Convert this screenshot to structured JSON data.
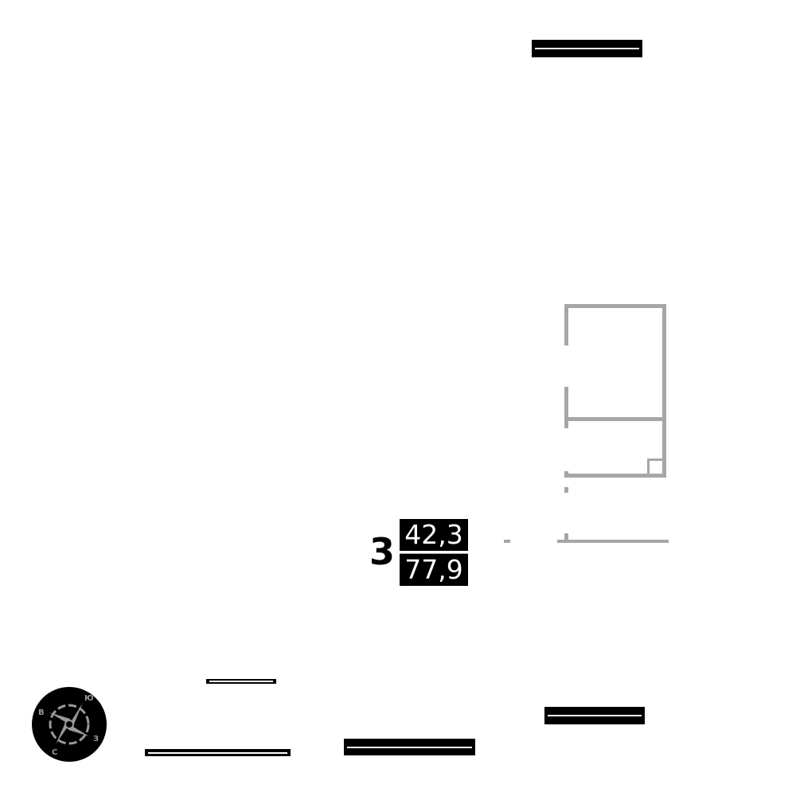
{
  "apartment": {
    "rooms": "3",
    "living_area": "42,3",
    "total_area": "77,9"
  },
  "compass": {
    "north": "С",
    "south": "Ю",
    "east": "В",
    "west": "З"
  },
  "colors": {
    "wall": "#a6a6a6",
    "window": "#000000"
  }
}
